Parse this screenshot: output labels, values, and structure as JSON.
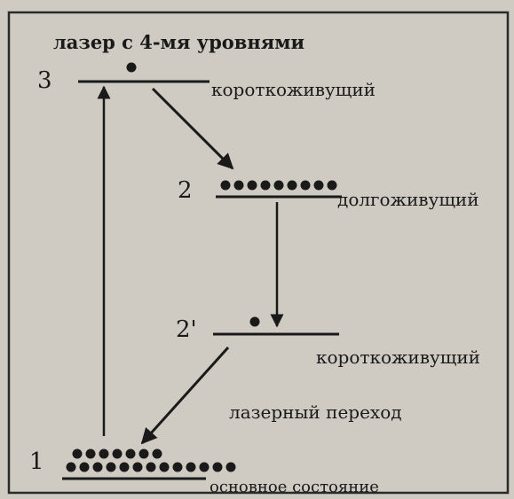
{
  "title": "лазер с 4-мя уровнями",
  "levels": [
    {
      "id": "3",
      "label": "3",
      "description": "короткоживущий",
      "population": 1
    },
    {
      "id": "2",
      "label": "2",
      "description": "долгоживущий",
      "population": 9
    },
    {
      "id": "2p",
      "label": "2'",
      "description": "короткоживущий",
      "population": 1
    },
    {
      "id": "1",
      "label": "1",
      "description": "основное состояние",
      "population": 20
    }
  ],
  "transitions": [
    {
      "from": "1",
      "to": "3"
    },
    {
      "from": "3",
      "to": "2"
    },
    {
      "from": "2",
      "to": "2p"
    },
    {
      "from": "2p",
      "to": "1",
      "label": "лазерный   переход"
    }
  ],
  "colors": {
    "background": "#cfcbc2",
    "ink": "#1a1a1a"
  }
}
